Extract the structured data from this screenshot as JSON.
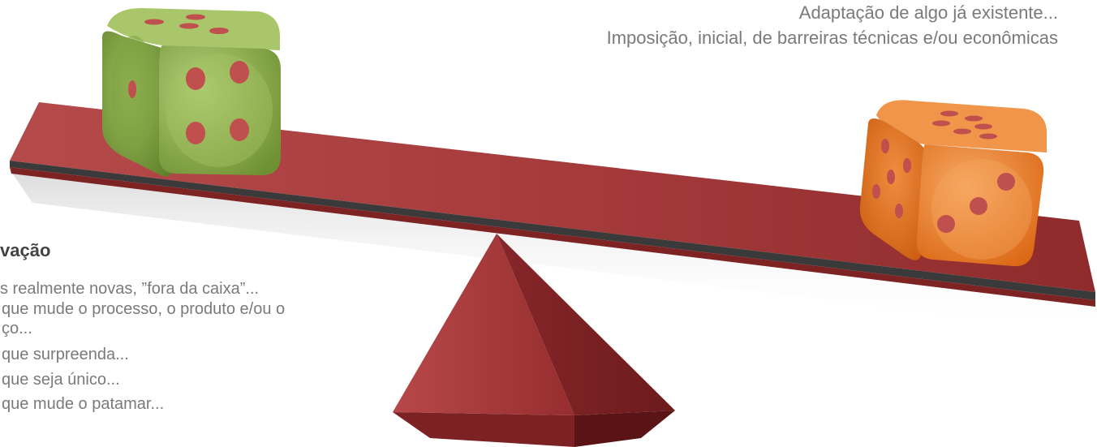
{
  "right_text": {
    "line1": "Adaptação de algo já existente...",
    "line2": "Imposição, inicial, de barreiras técnicas e/ou econômicas"
  },
  "left_text": {
    "heading": "vação",
    "lines": [
      "s realmente novas, ”fora da caixa”...",
      "que mude o processo, o produto e/ou o",
      "ço...",
      "que surpreenda...",
      "que seja único...",
      "que mude o patamar..."
    ]
  },
  "colors": {
    "beam": "#a4393a",
    "fulcrum": "#9a2e2f",
    "green_die": "#8db049",
    "orange_die": "#ed7d22",
    "pips": "#c0504d",
    "text": "#7a7a7a"
  }
}
